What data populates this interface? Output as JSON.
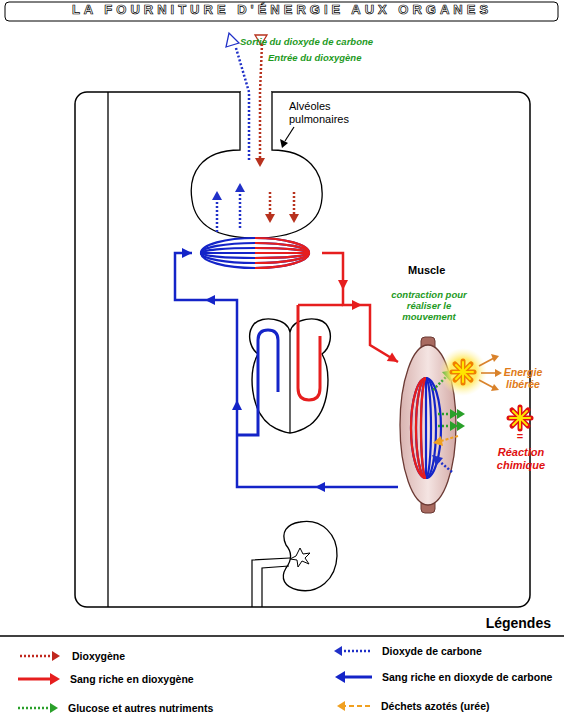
{
  "diagram": {
    "title": "LA FOURNITURE D'ÉNERGIE AUX ORGANES",
    "nodes": [
      {
        "text": [
          "Alvéoles pulmonaires"
        ]
      },
      {
        "text": [
          "Muscle"
        ]
      }
    ],
    "edges": [
      {
        "from": 0,
        "to": 1,
        "arrow": "to"
      },
      {
        "from": 1,
        "to": 0,
        "arrow": "to"
      }
    ],
    "labels": [
      "Sortie du dioxyde de carbone",
      "Entrée du dioxygène",
      "contraction pour réaliser le mouvement",
      "Energie libérée",
      "=",
      "Réaction chimique",
      "Légendes"
    ],
    "legend": [
      {
        "text": "Dioxygène"
      },
      {
        "text": "Dioxyde de carbone"
      },
      {
        "text": "Sang riche en dioxygène"
      },
      {
        "text": "Sang riche en dioxyde de carbone"
      },
      {
        "text": "Glucose et autres nutriments"
      },
      {
        "text": "Déchets azotés (urée)"
      }
    ]
  }
}
